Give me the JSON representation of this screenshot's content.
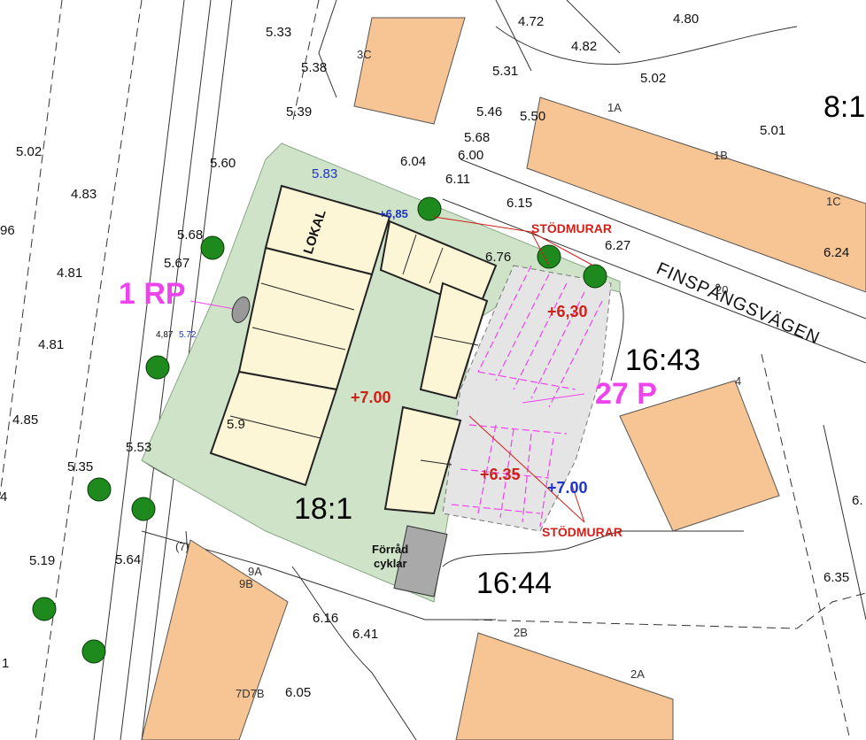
{
  "colors": {
    "site_green": "#cfe3c8",
    "building_fill": "#fdf6d6",
    "neighbor_building": "#f7c493",
    "parking_grey": "#e5e5e5",
    "parking_lines": "#ee44ee",
    "label_red": "#d0201a",
    "label_blue": "#1d33c8",
    "label_pink": "#ee44ee",
    "tree_green": "#1e8a1e"
  },
  "properties": [
    "8:1",
    "16:43",
    "16:44",
    "18:1"
  ],
  "neighbor_buildings": [
    "3C",
    "1A",
    "1B",
    "1C",
    "9A",
    "9B",
    "(7)",
    "7D7B",
    "2B",
    "2A",
    "4"
  ],
  "street_name": "FINSPÅNGSVÄGEN",
  "street_number": "20",
  "labels": {
    "lokal": "LOKAL",
    "storage_line1": "Förråd",
    "storage_line2": "cyklar",
    "retaining_walls": "STÖDMURAR",
    "parking_count": "27 P",
    "accessible_parking": "1 RP",
    "level_court": "+7.00",
    "level_parking_n": "+6,30",
    "level_parking_s": "+6.35",
    "level_south": "+7.00",
    "level_north": "+6,85",
    "spot_blue_a": "5.83",
    "spot_blue_b": "5.72",
    "spot_small": "4,87",
    "spot_in_building": "5.9",
    "edge_4": "4",
    "edge_6": "6.",
    "edge_1": "1",
    "edge_96": "96"
  },
  "elevations": [
    "5.33",
    "5.38",
    "5.39",
    "4.72",
    "4.80",
    "4.82",
    "5.31",
    "5.02",
    "5.46",
    "5.50",
    "5.68",
    "6.00",
    "6.04",
    "6.11",
    "6.15",
    "6.27",
    "6.76",
    "5.01",
    "6.24",
    "5.02",
    "4.83",
    "5.60",
    "5.68",
    "5.67",
    "4.81",
    "4.81",
    "4.85",
    "5.53",
    "5.35",
    "5.19",
    "5.64",
    "6.16",
    "6.41",
    "6.05",
    "6.35"
  ]
}
